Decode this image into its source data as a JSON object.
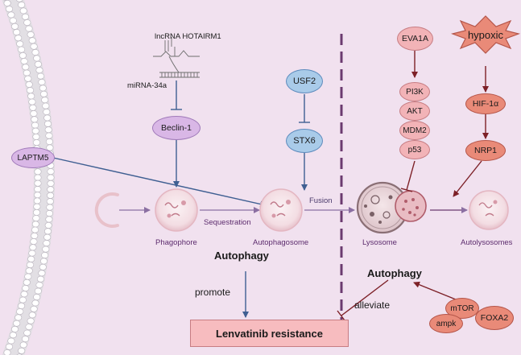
{
  "colors": {
    "background": "#f1e1ef",
    "blue_node": "#a9cbe9",
    "blue_stroke": "#5d8bbd",
    "purple_node": "#d9b7e6",
    "purple_stroke": "#a07ab9",
    "pink_node": "#f2b3b7",
    "pink_stroke": "#c77d83",
    "salmon_node": "#e98a78",
    "salmon_stroke": "#b5564a",
    "arrow_blue": "#3f5f92",
    "arrow_dark_red": "#7d2027",
    "arrow_purple": "#8b6fa2",
    "divider": "#6b3a6f",
    "result_box": "#f7bcbf",
    "membrane": "#ffffff"
  },
  "membrane": {
    "node": "LAPTM5"
  },
  "top_left": {
    "lncrna": "lncRNA HOTAIRM1",
    "mirna": "miRNA-34a",
    "beclin": "Beclin-1"
  },
  "center": {
    "usf2": "USF2",
    "stx6": "STX6",
    "fusion": "Fusion"
  },
  "stages": {
    "phagophore": "Phagophore",
    "sequestration": "Sequestration",
    "autophagosome": "Autophagosome",
    "lysosome": "Lysosome",
    "autolysosomes": "Autolysosomes"
  },
  "right_pathway": {
    "eva1a": "EVA1A",
    "pi3k": "PI3K",
    "akt": "AKT",
    "mdm2": "MDM2",
    "p53": "p53",
    "hypoxic": "hypoxic",
    "hif": "HIF-1α",
    "nrp1": "NRP1"
  },
  "bottom": {
    "autophagy_left": "Autophagy",
    "promote": "promote",
    "result": "Lenvatinib resistance",
    "autophagy_right": "Autophagy",
    "alleviate": "alleviate",
    "mtor": "mTOR",
    "ampk": "ampk",
    "foxa2": "FOXA2"
  }
}
